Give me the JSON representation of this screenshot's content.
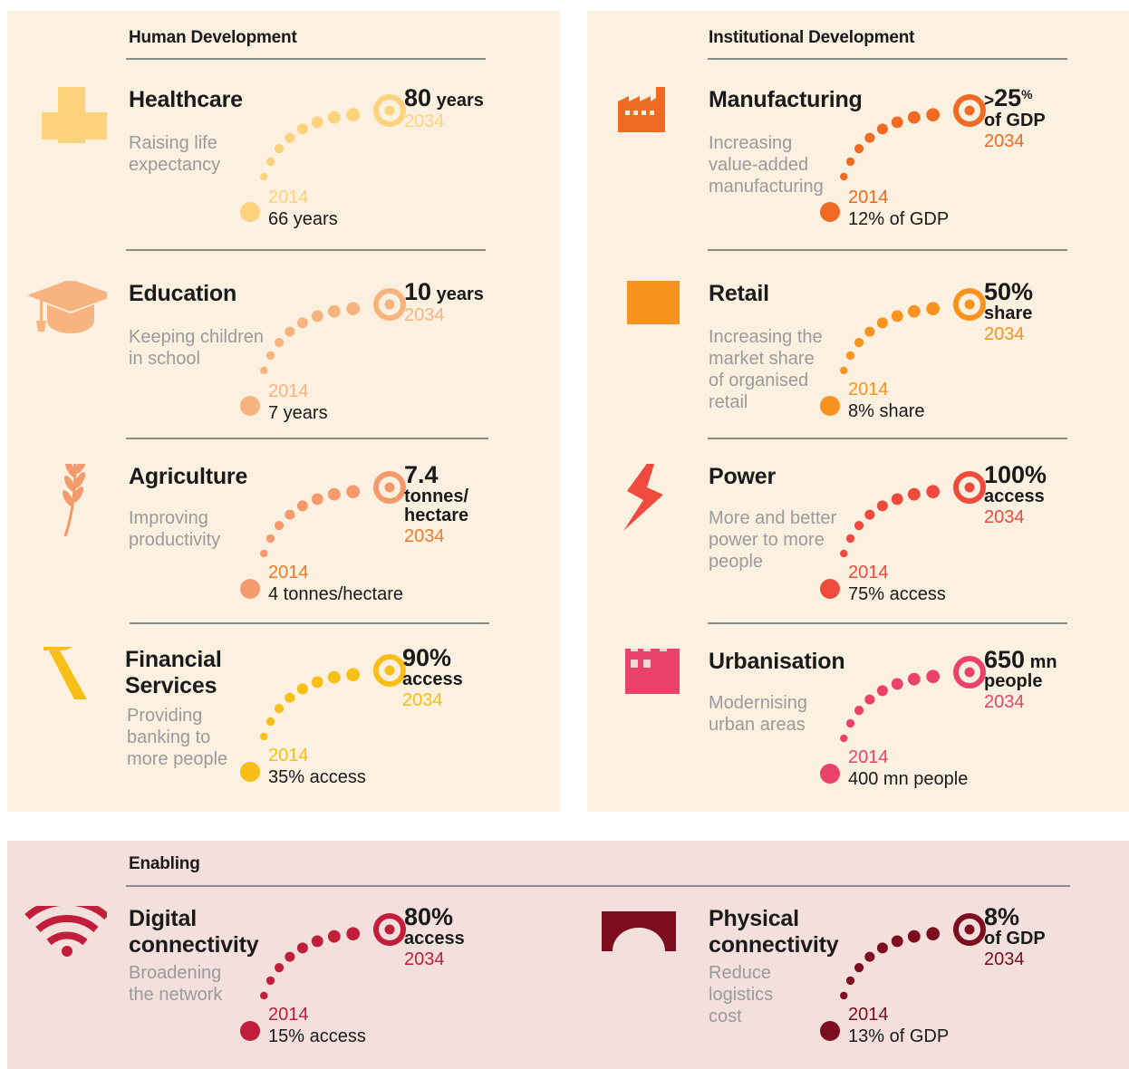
{
  "sections": {
    "human": "Human Development",
    "institutional": "Institutional Development",
    "enabling": "Enabling"
  },
  "colors": {
    "healthcare": "#fdd27c",
    "education": "#f8b480",
    "agriculture": "#f59a6c",
    "agriculture_year": "#ef7a2c",
    "financial": "#f7bf17",
    "manufacturing": "#ef6a22",
    "retail": "#f7931e",
    "power": "#ee4a3e",
    "urbanisation": "#ea4269",
    "digital": "#c01e3a",
    "physical": "#7c0d1e"
  },
  "items": {
    "healthcare": {
      "icon": "medical-cross-icon",
      "title": "Healthcare",
      "desc": "Raising life\nexpectancy",
      "target_big": "80",
      "target_small": " years",
      "target_year": "2034",
      "start_year": "2014",
      "start_value": "66 years"
    },
    "education": {
      "icon": "graduation-cap-icon",
      "title": "Education",
      "desc": "Keeping children\nin school",
      "target_big": "10",
      "target_small": " years",
      "target_year": "2034",
      "start_year": "2014",
      "start_value": "7 years"
    },
    "agriculture": {
      "icon": "wheat-icon",
      "title": "Agriculture",
      "desc": "Improving\nproductivity",
      "target_big": "7.4",
      "target_line1": "tonnes/",
      "target_line2": "hectare",
      "target_year": "2034",
      "start_year": "2014",
      "start_value": "4 tonnes/hectare"
    },
    "financial": {
      "icon": "rupee-icon",
      "title": "Financial\nServices",
      "desc": "Providing\nbanking to\nmore people",
      "target_big": "90%",
      "target_line1": "access",
      "target_year": "2034",
      "start_year": "2014",
      "start_value": "35% access"
    },
    "manufacturing": {
      "icon": "factory-icon",
      "title": "Manufacturing",
      "desc": "Increasing\nvalue-added\nmanufacturing",
      "target_gt": ">",
      "target_big": "25",
      "target_sup": "%",
      "target_line1": "of GDP",
      "target_year": "2034",
      "start_year": "2014",
      "start_value": "12% of GDP"
    },
    "retail": {
      "icon": "shopping-bag-icon",
      "title": "Retail",
      "desc": "Increasing the\nmarket share\nof organised\nretail",
      "target_big": "50%",
      "target_line1": "share",
      "target_year": "2034",
      "start_year": "2014",
      "start_value": "8% share"
    },
    "power": {
      "icon": "lightning-icon",
      "title": "Power",
      "desc": "More and better\npower to more\npeople",
      "target_big": "100%",
      "target_line1": "access",
      "target_year": "2034",
      "start_year": "2014",
      "start_value": "75% access"
    },
    "urbanisation": {
      "icon": "building-icon",
      "title": "Urbanisation",
      "desc": "Modernising\nurban areas",
      "target_big": "650",
      "target_small": " mn",
      "target_line1": "people",
      "target_year": "2034",
      "start_year": "2014",
      "start_value": "400 mn people"
    },
    "digital": {
      "icon": "wifi-icon",
      "title": "Digital\nconnectivity",
      "desc": "Broadening\nthe network",
      "target_big": "80%",
      "target_line1": "access",
      "target_year": "2034",
      "start_year": "2014",
      "start_value": "15% access"
    },
    "physical": {
      "icon": "bridge-icon",
      "title": "Physical\nconnectivity",
      "desc": "Reduce\nlogistics\ncost",
      "target_big": "8%",
      "target_line1": "of GDP",
      "target_year": "2034",
      "start_year": "2014",
      "start_value": "13% of GDP"
    }
  }
}
